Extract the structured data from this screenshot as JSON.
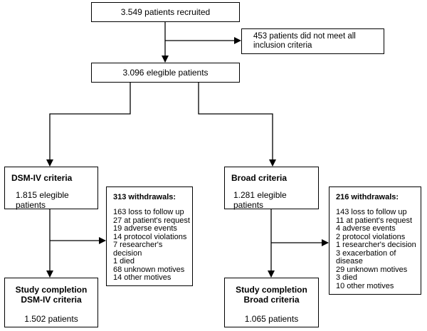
{
  "recruited": "3.549 patients recruited",
  "excluded": "453 patients did not meet all inclusion criteria",
  "eligible": "3.096 elegible patients",
  "dsm": {
    "title": "DSM-IV criteria",
    "patients": "1.815 elegible patients",
    "withdrawals_count": "313",
    "withdrawals_label": " withdrawals:",
    "withdrawals": [
      "163 loss to follow up",
      "27 at patient's request",
      "19 adverse events",
      "14 protocol violations",
      "7 researcher's decision",
      "1 died",
      "68 unknown motives",
      "14 other motives"
    ],
    "completion_title": "Study completion",
    "completion_subtitle": "DSM-IV criteria",
    "completion_patients": "1.502 patients"
  },
  "broad": {
    "title": "Broad criteria",
    "patients": "1.281 elegible patients",
    "withdrawals_count": "216",
    "withdrawals_label": " withdrawals:",
    "withdrawals": [
      "143 loss to follow up",
      "11 at patient's request",
      "4 adverse events",
      "2 protocol violations",
      "1 researcher's decision",
      "3 exacerbation of disease",
      "29 unknown motives",
      "3 died",
      "10 other motives"
    ],
    "completion_title": "Study completion",
    "completion_subtitle": "Broad criteria",
    "completion_patients": "1.065 patients"
  }
}
